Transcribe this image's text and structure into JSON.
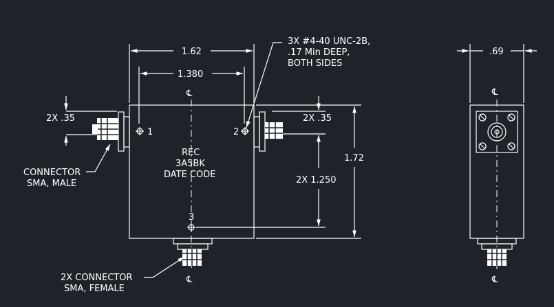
{
  "colors": {
    "background": "#1e232a",
    "lines": "#ffffff"
  },
  "front_view": {
    "dim_width": "1.62",
    "dim_hole_spacing": "1.380",
    "dim_height": "1.72",
    "dim_port_spacing": "2X 1.250",
    "dim_left_connector": "2X .35",
    "dim_right_connector": "2X .35",
    "port_1": "1",
    "port_2": "2",
    "port_3": "3",
    "label_line1": "REC",
    "label_line2": "3A5BK",
    "label_line3": "DATE CODE",
    "hole_note_line1": "3X #4-40 UNC-2B,",
    "hole_note_line2": ".17 Min DEEP,",
    "hole_note_line3": "BOTH SIDES",
    "male_note_line1": "CONNECTOR",
    "male_note_line2": "SMA, MALE",
    "female_note_line1": "2X CONNECTOR",
    "female_note_line2": "SMA, FEMALE",
    "centerline_symbol": "℄"
  },
  "side_view": {
    "dim_depth": ".69",
    "centerline_symbol": "℄"
  }
}
